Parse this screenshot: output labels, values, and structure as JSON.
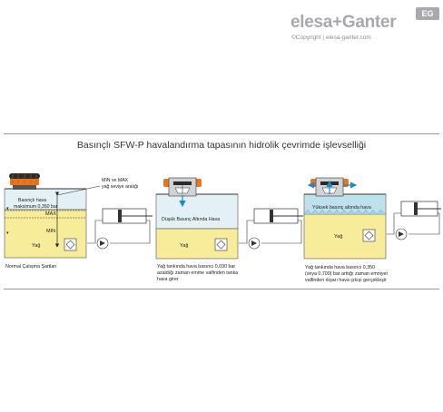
{
  "brand": {
    "logo_text": "elesa+Ganter",
    "badge": "EG",
    "copyright": "©Copyright | elesa-ganter.com"
  },
  "title": "Basınçlı SFW-P havalandırma tapasının hidrolik çevrimde işlevselliği",
  "diagram1": {
    "air_label_line1": "Basınçlı hava",
    "air_label_line2": "maksimum 0,350 bar",
    "range_label_line1": "MIN ve MAX",
    "range_label_line2": "yağ seviye aralığı",
    "max_label": "MAX",
    "min_label": "MIN",
    "oil_label": "Yağ",
    "caption": "Normal Çalışma Şartları"
  },
  "diagram2": {
    "pressure_label": "Düşük Basınç Altında Hava",
    "oil_label": "Yağ",
    "caption_line1": "Yağ tankında hava basıncı 0,030 bar",
    "caption_line2": "azaldığı zaman emme valfinden tanka",
    "caption_line3": "hava girer"
  },
  "diagram3": {
    "pressure_label": "Yüksek basınç altında hava",
    "oil_label": "Yağ",
    "caption_line1": "Yağ tankında hava basıncı 0,350",
    "caption_line2": "(veya 0,700) bar arttığı zaman emniyet",
    "caption_line3": "valfinden dışarı hava çıkışı gerçekleşir"
  },
  "colors": {
    "oil": "#f7ec9a",
    "air": "#e3f1f6",
    "air_high": "#bfe1ee",
    "cap": "#e8761e",
    "cap_dark": "#2b2b2b",
    "flow_arrow": "#1e88c8",
    "separator": "#999999"
  }
}
